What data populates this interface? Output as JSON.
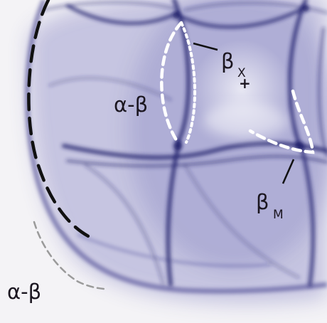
{
  "labels": {
    "alpha_beta_inner": "α-β",
    "alpha_beta_outer": "α-β",
    "beta_x": "β",
    "beta_x_sub": "X",
    "beta_m": "β",
    "beta_m_sub": "M",
    "center_mark": "+"
  },
  "colors": {
    "background": "#f4f3f6",
    "band": "#2a2a7a",
    "diffuse": "#6d6bb0",
    "white_dash": "#ffffff",
    "black_dash": "#111111",
    "gray_dash": "#9a9a9a",
    "text": "#1b1620"
  }
}
